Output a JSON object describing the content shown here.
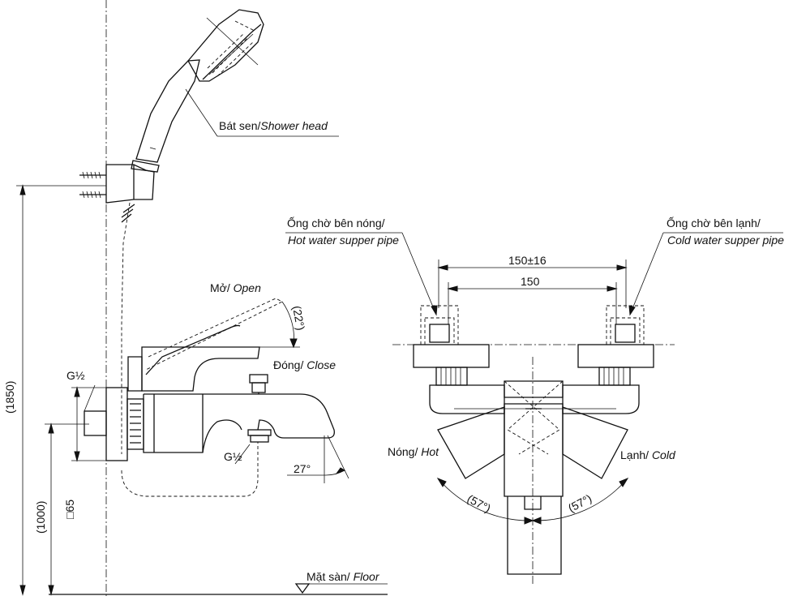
{
  "labels": {
    "shower_head_vi": "Bát sen/",
    "shower_head_en": "Shower head",
    "open_vi": "Mở/",
    "open_en": "Open",
    "close_vi": "Đóng/",
    "close_en": "Close",
    "hot_pipe_vi": "Ống chờ bên nóng/",
    "hot_pipe_en": "Hot water supper pipe",
    "cold_pipe_vi": "Ống chờ bên lạnh/",
    "cold_pipe_en": "Cold water supper pipe",
    "hot_vi": "Nóng/",
    "hot_en": "Hot",
    "cold_vi": "Lạnh/",
    "cold_en": "Cold",
    "floor_vi": "Mặt sàn/",
    "floor_en": "Floor"
  },
  "dimensions": {
    "total_height": "(1850)",
    "mount_height": "(1000)",
    "square_size": "□65",
    "thread_top": "G½",
    "thread_bottom": "G½",
    "lever_angle": "(22°)",
    "spout_angle": "27°",
    "pipe_distance_tol": "150±16",
    "pipe_distance": "150",
    "hot_angle": "(57°)",
    "cold_angle": "(57°)"
  },
  "icons": {
    "floor_marker": "floor-triangle-icon"
  }
}
